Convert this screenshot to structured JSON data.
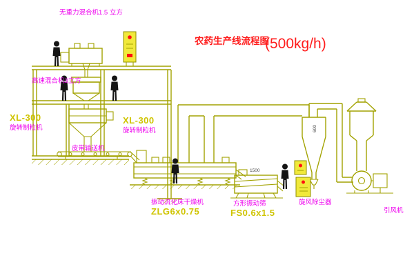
{
  "title": {
    "text": "农药生产线流程图",
    "capacity": "(500kg/h)"
  },
  "labels": {
    "top_mixer": "无重力混合机1.5 立方",
    "high_speed_mixer": "高速混合机3立方",
    "granulator_left_model": "XL-300",
    "granulator_left_name": "旋转制粒机",
    "granulator_right_model": "XL-300",
    "granulator_right_name": "旋转制粒机",
    "belt_conveyor": "皮带输送机",
    "dryer_name": "振动流化床干燥机",
    "dryer_model": "ZLG6x0.75",
    "screen_name": "方形振动筛",
    "screen_model": "FS0.6x1.5",
    "cyclone_name": "旋风除尘器",
    "fan_name": "引风机"
  },
  "dimensions": {
    "cyclone_inlet": "600",
    "screen_feed": "1500"
  },
  "colors": {
    "line": "#a2a200",
    "label_magenta": "#ee00ee",
    "label_yellow": "#cfc400",
    "title_red": "#ff1c1c",
    "cabinet_fill": "#f1e93b",
    "indicator_red": "#fe1010"
  }
}
